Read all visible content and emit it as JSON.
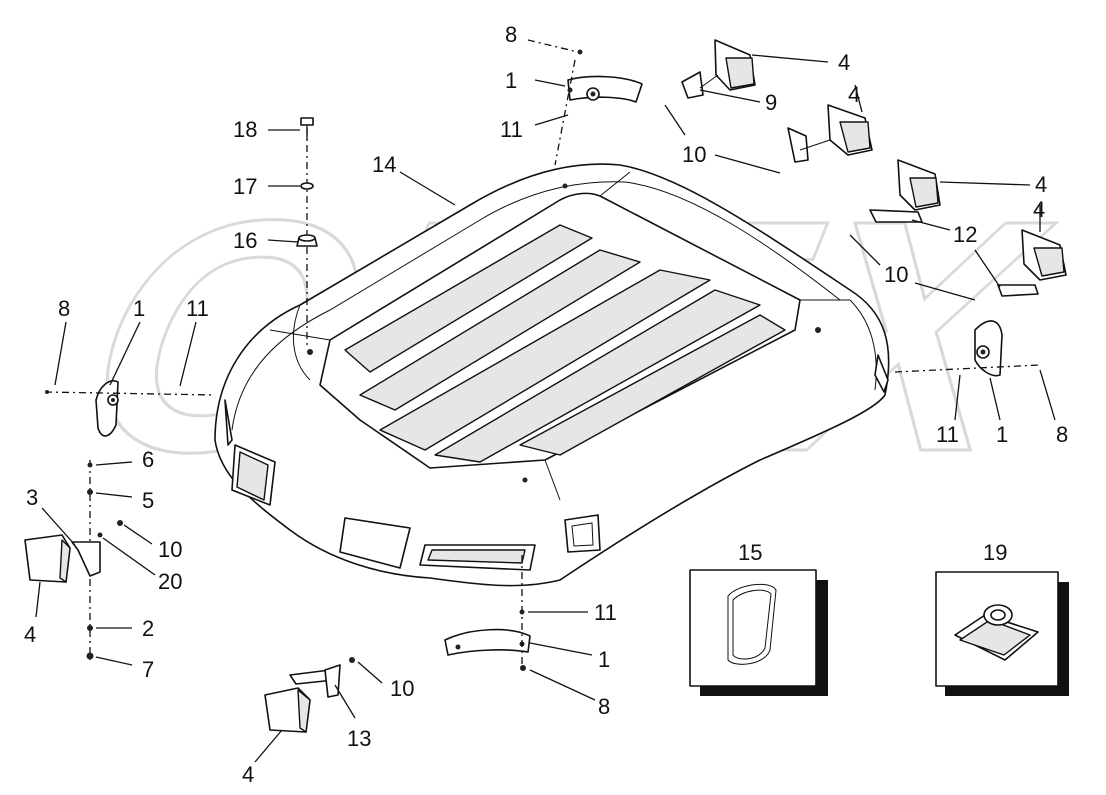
{
  "diagram": {
    "watermark": "OPEX",
    "callouts": [
      {
        "id": "c8a",
        "text": "8"
      },
      {
        "id": "c1a",
        "text": "1"
      },
      {
        "id": "c11a",
        "text": "11"
      },
      {
        "id": "c4a",
        "text": "4"
      },
      {
        "id": "c9",
        "text": "9"
      },
      {
        "id": "c4b",
        "text": "4"
      },
      {
        "id": "c10a",
        "text": "10"
      },
      {
        "id": "c18",
        "text": "18"
      },
      {
        "id": "c17",
        "text": "17"
      },
      {
        "id": "c14",
        "text": "14"
      },
      {
        "id": "c16",
        "text": "16"
      },
      {
        "id": "c4c",
        "text": "4"
      },
      {
        "id": "c12",
        "text": "12"
      },
      {
        "id": "c4d",
        "text": "4"
      },
      {
        "id": "c10b",
        "text": "10"
      },
      {
        "id": "c8b",
        "text": "8"
      },
      {
        "id": "c1b",
        "text": "1"
      },
      {
        "id": "c11b",
        "text": "11"
      },
      {
        "id": "c11c",
        "text": "11"
      },
      {
        "id": "c1c",
        "text": "1"
      },
      {
        "id": "c8c",
        "text": "8"
      },
      {
        "id": "c6",
        "text": "6"
      },
      {
        "id": "c3",
        "text": "3"
      },
      {
        "id": "c5",
        "text": "5"
      },
      {
        "id": "c10c",
        "text": "10"
      },
      {
        "id": "c20",
        "text": "20"
      },
      {
        "id": "c4e",
        "text": "4"
      },
      {
        "id": "c2",
        "text": "2"
      },
      {
        "id": "c7",
        "text": "7"
      },
      {
        "id": "c15",
        "text": "15"
      },
      {
        "id": "c19",
        "text": "19"
      },
      {
        "id": "c11d",
        "text": "11"
      },
      {
        "id": "c1d",
        "text": "1"
      },
      {
        "id": "c8d",
        "text": "8"
      },
      {
        "id": "c10d",
        "text": "10"
      },
      {
        "id": "c13",
        "text": "13"
      },
      {
        "id": "c4f",
        "text": "4"
      }
    ]
  }
}
